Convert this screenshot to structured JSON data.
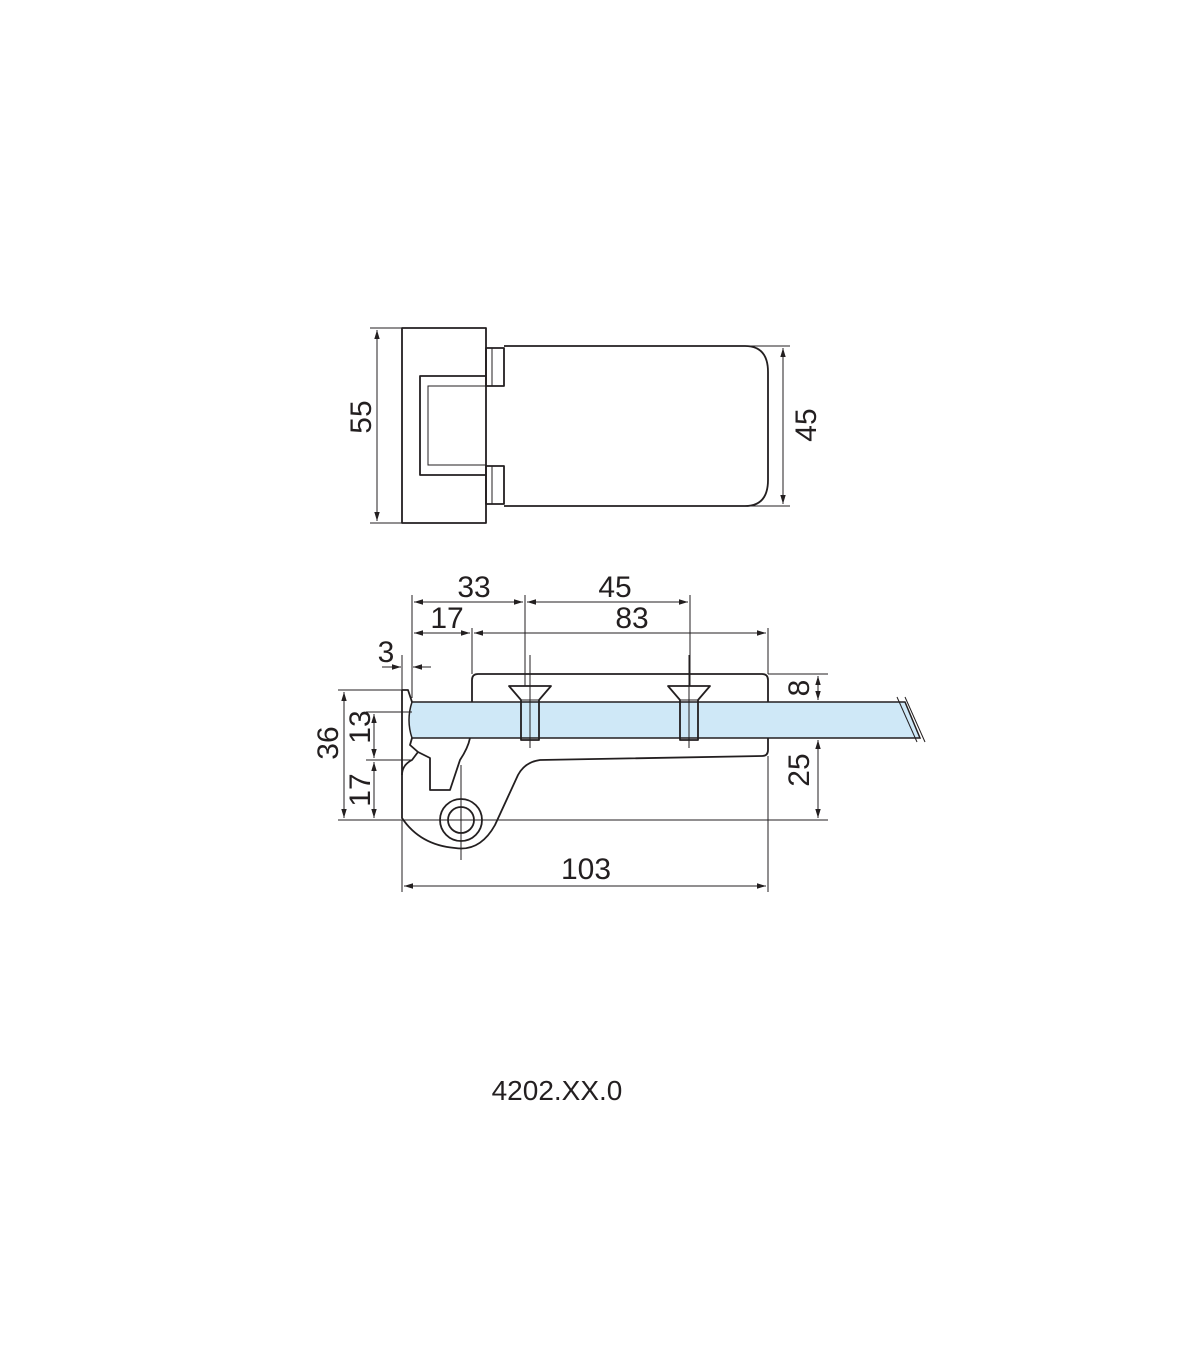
{
  "product_code": "4202.XX.0",
  "colors": {
    "line": "#231f20",
    "glass": "#cfe8f7"
  },
  "top_view": {
    "height_outer": "55",
    "height_plate": "45"
  },
  "side_view": {
    "dim_33": "33",
    "dim_45": "45",
    "dim_17_top": "17",
    "dim_83": "83",
    "dim_3": "3",
    "dim_8": "8",
    "dim_36": "36",
    "dim_13": "13",
    "dim_17_left": "17",
    "dim_25": "25",
    "dim_103": "103"
  }
}
